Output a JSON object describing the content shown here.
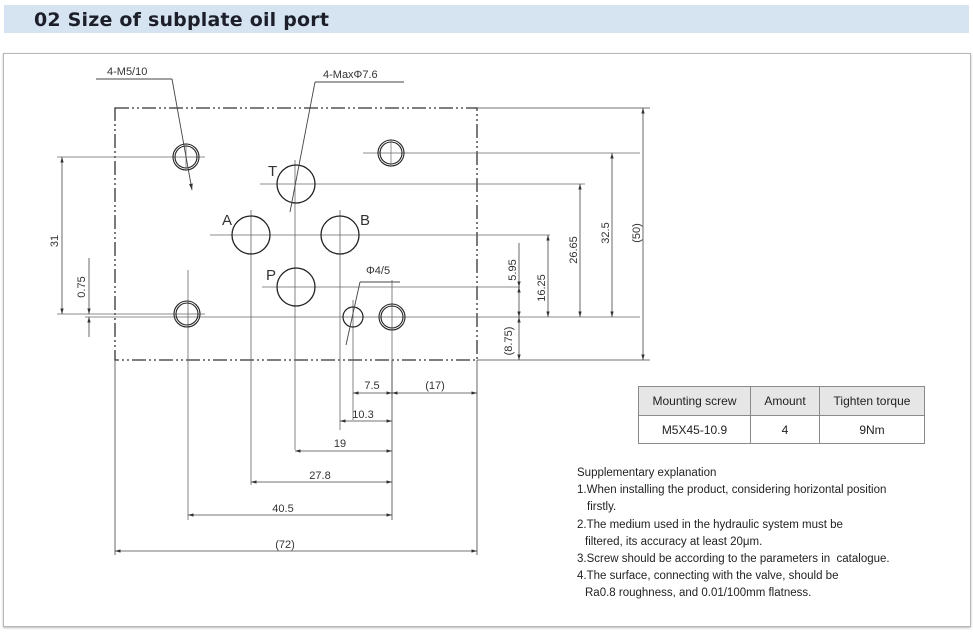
{
  "header": {
    "title": "02 Size of subplate oil port"
  },
  "drawing": {
    "callouts": {
      "mount_thread": "4-M5/10",
      "port_max_dia": "4-MaxΦ7.6",
      "pin_hole": "Φ4/5"
    },
    "port_labels": {
      "T": "T",
      "A": "A",
      "B": "B",
      "P": "P"
    },
    "vertical_dims": {
      "d31": "31",
      "d075": "0.75",
      "d595": "5.95",
      "d875": "(8.75)",
      "d1625": "16.25",
      "d2665": "26.65",
      "d325": "32.5",
      "d50": "(50)"
    },
    "horizontal_dims": {
      "d75": "7.5",
      "d17": "(17)",
      "d103": "10.3",
      "d19": "19",
      "d278": "27.8",
      "d405": "40.5",
      "d72": "(72)"
    }
  },
  "spec_table": {
    "headers": [
      "Mounting screw",
      "Amount",
      "Tighten torque"
    ],
    "rows": [
      [
        "M5X45-10.9",
        "4",
        "9Nm"
      ]
    ]
  },
  "notes": {
    "title": "Supplementary explanation",
    "lines": [
      "1.When installing the product, considering horizontal position",
      "firstly.",
      "2.The medium used in the hydraulic system must be",
      "filtered, its accuracy at least 20μm.",
      "3.Screw should be according to the parameters in  catalogue.",
      "4.The surface, connecting with the valve, should be",
      "Ra0.8 roughness, and 0.01/100mm flatness."
    ]
  },
  "colors": {
    "header_band": "#d6e4f2",
    "line": "#333333",
    "thin_line": "#555555"
  }
}
